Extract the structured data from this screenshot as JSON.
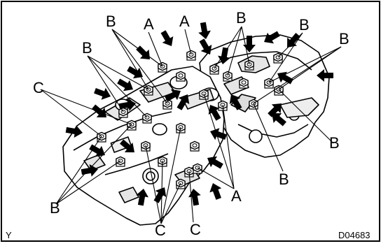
{
  "figure": {
    "callout_letters": [
      "A",
      "B",
      "C"
    ],
    "corner_mark": "Y",
    "figure_code": "D04683"
  },
  "labels": [
    {
      "text": "B"
    },
    {
      "text": "A"
    },
    {
      "text": "A"
    },
    {
      "text": "B"
    },
    {
      "text": "B"
    },
    {
      "text": "B"
    },
    {
      "text": "B"
    },
    {
      "text": "C"
    },
    {
      "text": "B"
    },
    {
      "text": "B"
    },
    {
      "text": "A"
    },
    {
      "text": "B"
    },
    {
      "text": "C"
    },
    {
      "text": "C"
    }
  ]
}
